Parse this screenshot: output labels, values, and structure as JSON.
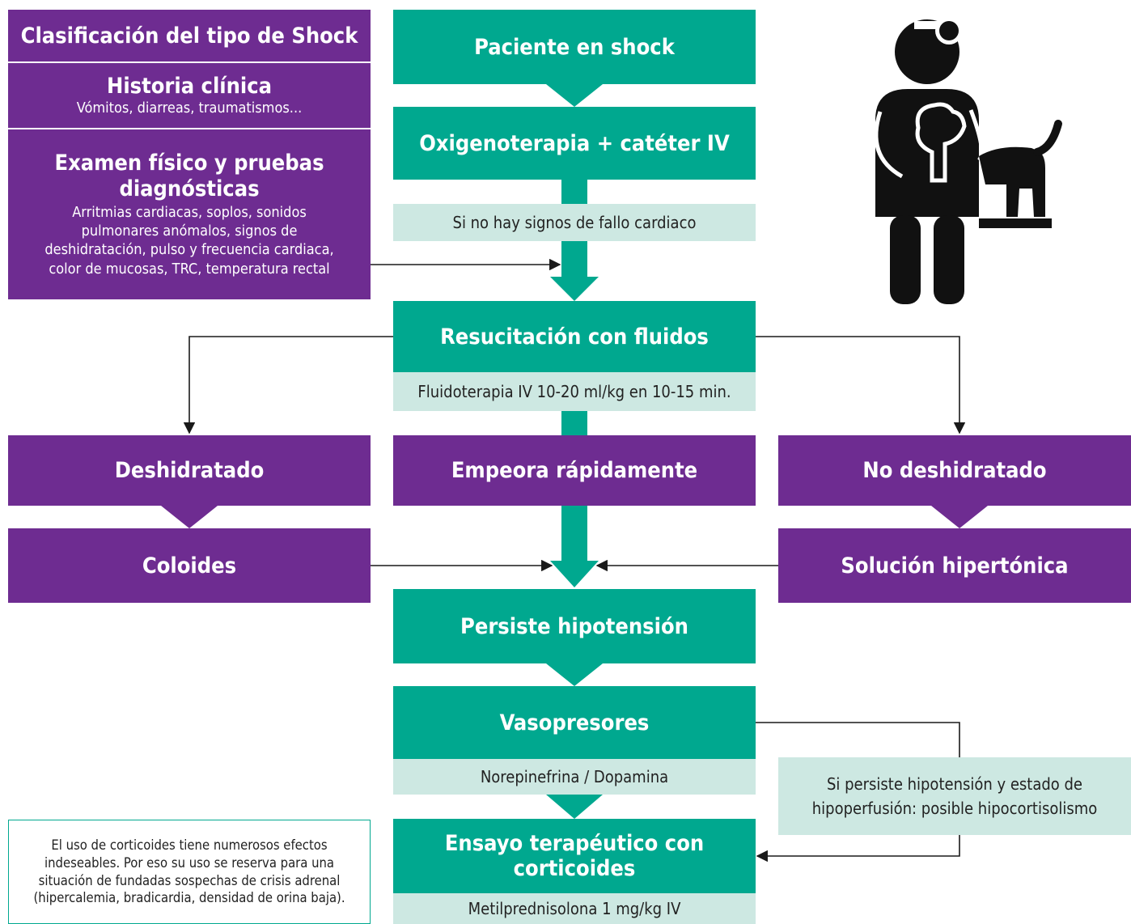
{
  "left_panel": {
    "title": "Clasificación del tipo de Shock",
    "history_title": "Historia clínica",
    "history_sub": "Vómitos, diarreas, traumatismos...",
    "exam_title_1": "Examen físico y pruebas",
    "exam_title_2": "diagnósticas",
    "exam_sub_1": "Arritmias cardiacas, soplos, sonidos",
    "exam_sub_2": "pulmonares anómalos, signos de",
    "exam_sub_3": "deshidratación, pulso y frecuencia cardiaca,",
    "exam_sub_4": "color de mucosas, TRC, temperatura rectal"
  },
  "flow": {
    "patient": "Paciente en shock",
    "oxygen": "Oxigenoterapia + catéter IV",
    "no_heart_failure": "Si no hay signos de fallo cardiaco",
    "resuscitation": "Resucitación con fluidos",
    "fluid_therapy": "Fluidoterapia IV 10-20 ml/kg en 10-15 min.",
    "dehydrated": "Deshidratado",
    "worsens": "Empeora rápidamente",
    "not_dehydrated": "No deshidratado",
    "colloids": "Coloides",
    "hypertonic": "Solución hipertónica",
    "persistent_hypotension": "Persiste hipotensión",
    "vasopressors": "Vasopresores",
    "vasopressor_drugs": "Norepinefrina / Dopamina",
    "hypocortisolism_1": "Si persiste hipotensión y estado de",
    "hypocortisolism_2": "hipoperfusión: posible hipocortisolismo",
    "corticoid_trial": "Ensayo terapéutico con corticoides",
    "corticoid_dose": "Metilprednisolona 1 mg/kg IV"
  },
  "note": {
    "line1": "El uso de corticoides tiene numerosos efectos",
    "line2": "indeseables. Por eso su uso se reserva para una",
    "line3": "situación de fundadas sospechas de crisis adrenal",
    "line4": "(hipercalemia, bradicardia, densidad de orina baja)."
  },
  "colors": {
    "green": "#00a88f",
    "purple": "#6e2c91",
    "light_green": "#cde8e2"
  },
  "icons": {
    "figure": "veterinarian-with-dog-icon"
  }
}
